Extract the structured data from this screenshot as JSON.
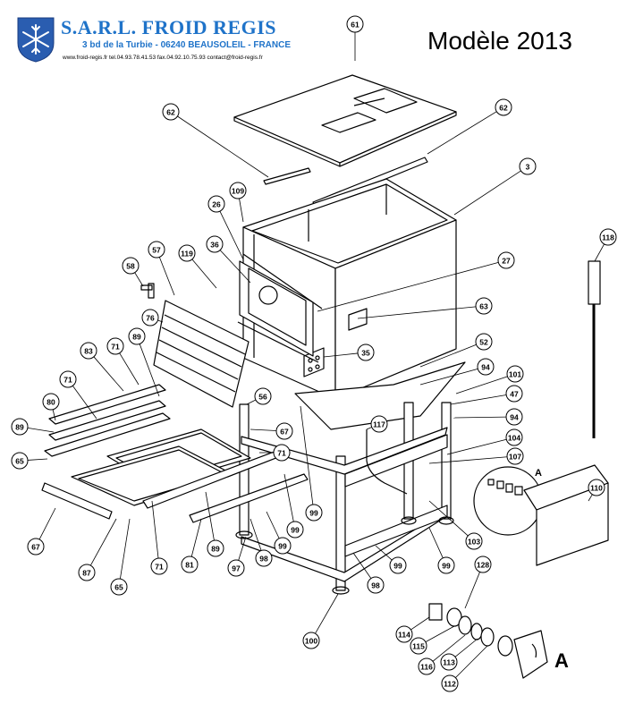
{
  "header": {
    "company_name": "S.A.R.L. FROID REGIS",
    "address": "3 bd de la Turbie - 06240 BEAUSOLEIL - FRANCE",
    "contact": "www.froid-regis.fr  tel.04.93.78.41.53  fax.04.92.10.75.93  contact@froid-regis.fr",
    "model_label": "Modèle 2013",
    "logo_icon": "snowflake-logo-icon"
  },
  "colors": {
    "brand": "#1f73c9",
    "line": "#000000"
  },
  "detail": {
    "view_label_small": "A",
    "view_label_large": "A"
  },
  "callouts": [
    {
      "label": "61"
    },
    {
      "label": "62"
    },
    {
      "label": "62"
    },
    {
      "label": "3"
    },
    {
      "label": "109"
    },
    {
      "label": "26"
    },
    {
      "label": "36"
    },
    {
      "label": "119"
    },
    {
      "label": "57"
    },
    {
      "label": "58"
    },
    {
      "label": "27"
    },
    {
      "label": "63"
    },
    {
      "label": "118"
    },
    {
      "label": "76"
    },
    {
      "label": "35"
    },
    {
      "label": "52"
    },
    {
      "label": "94"
    },
    {
      "label": "101"
    },
    {
      "label": "47"
    },
    {
      "label": "94"
    },
    {
      "label": "83"
    },
    {
      "label": "71"
    },
    {
      "label": "89"
    },
    {
      "label": "71"
    },
    {
      "label": "80"
    },
    {
      "label": "56"
    },
    {
      "label": "117"
    },
    {
      "label": "104"
    },
    {
      "label": "107"
    },
    {
      "label": "110"
    },
    {
      "label": "89"
    },
    {
      "label": "67"
    },
    {
      "label": "65"
    },
    {
      "label": "71"
    },
    {
      "label": "99"
    },
    {
      "label": "103"
    },
    {
      "label": "67"
    },
    {
      "label": "99"
    },
    {
      "label": "99"
    },
    {
      "label": "98"
    },
    {
      "label": "87"
    },
    {
      "label": "65"
    },
    {
      "label": "71"
    },
    {
      "label": "81"
    },
    {
      "label": "89"
    },
    {
      "label": "97"
    },
    {
      "label": "99"
    },
    {
      "label": "98"
    },
    {
      "label": "99"
    },
    {
      "label": "128"
    },
    {
      "label": "114"
    },
    {
      "label": "115"
    },
    {
      "label": "116"
    },
    {
      "label": "113"
    },
    {
      "label": "112"
    },
    {
      "label": "100"
    }
  ]
}
